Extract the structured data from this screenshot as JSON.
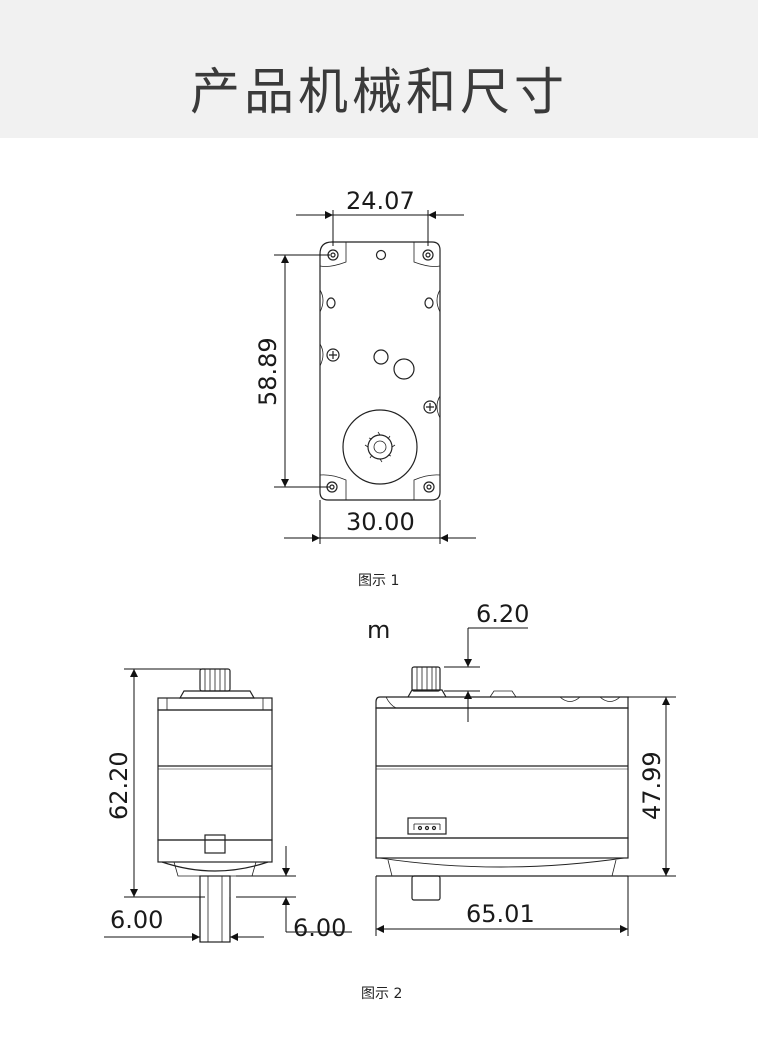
{
  "header": {
    "title": "产品机械和尺寸"
  },
  "figure1": {
    "caption": "图示 1",
    "dims": {
      "top_width": "24.07",
      "height": "58.89",
      "bottom_width": "30.00"
    }
  },
  "figure2": {
    "caption": "图示 2",
    "stray_label": "m",
    "dims": {
      "front_height": "62.20",
      "spline_height": "6.20",
      "side_height": "47.99",
      "side_length": "65.01",
      "shaft_width": "6.00",
      "shaft_offset": "6.00"
    }
  }
}
